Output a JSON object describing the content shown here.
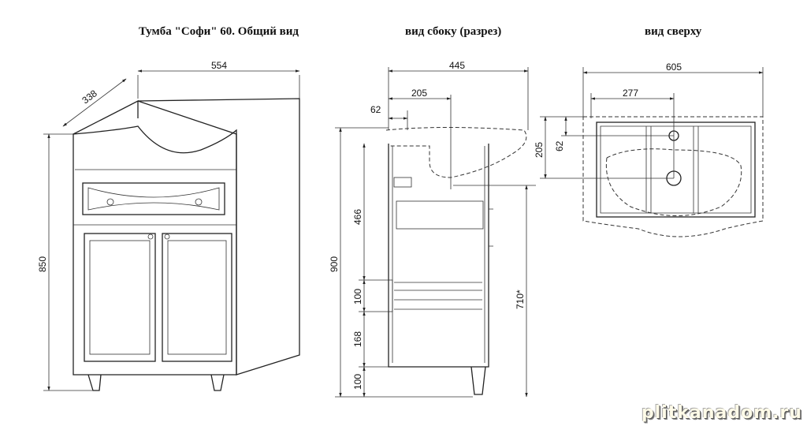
{
  "titles": {
    "general": "Тумба \"Софи\" 60. Общий вид",
    "side": "вид сбоку (разрез)",
    "top": "вид сверху"
  },
  "general_view": {
    "width": "554",
    "depth": "338",
    "height": "850"
  },
  "side_view": {
    "depth": "445",
    "drain_offset": "205",
    "top_gap": "62",
    "total_height": "900",
    "h_upper": "466",
    "h_shelf": "100",
    "h_lower": "168",
    "h_legs": "100",
    "drain_height": "710*"
  },
  "top_view": {
    "width": "605",
    "drain_x": "277",
    "drain_y": "205",
    "tap_y": "62"
  },
  "watermark": "plitkanadom.ru"
}
